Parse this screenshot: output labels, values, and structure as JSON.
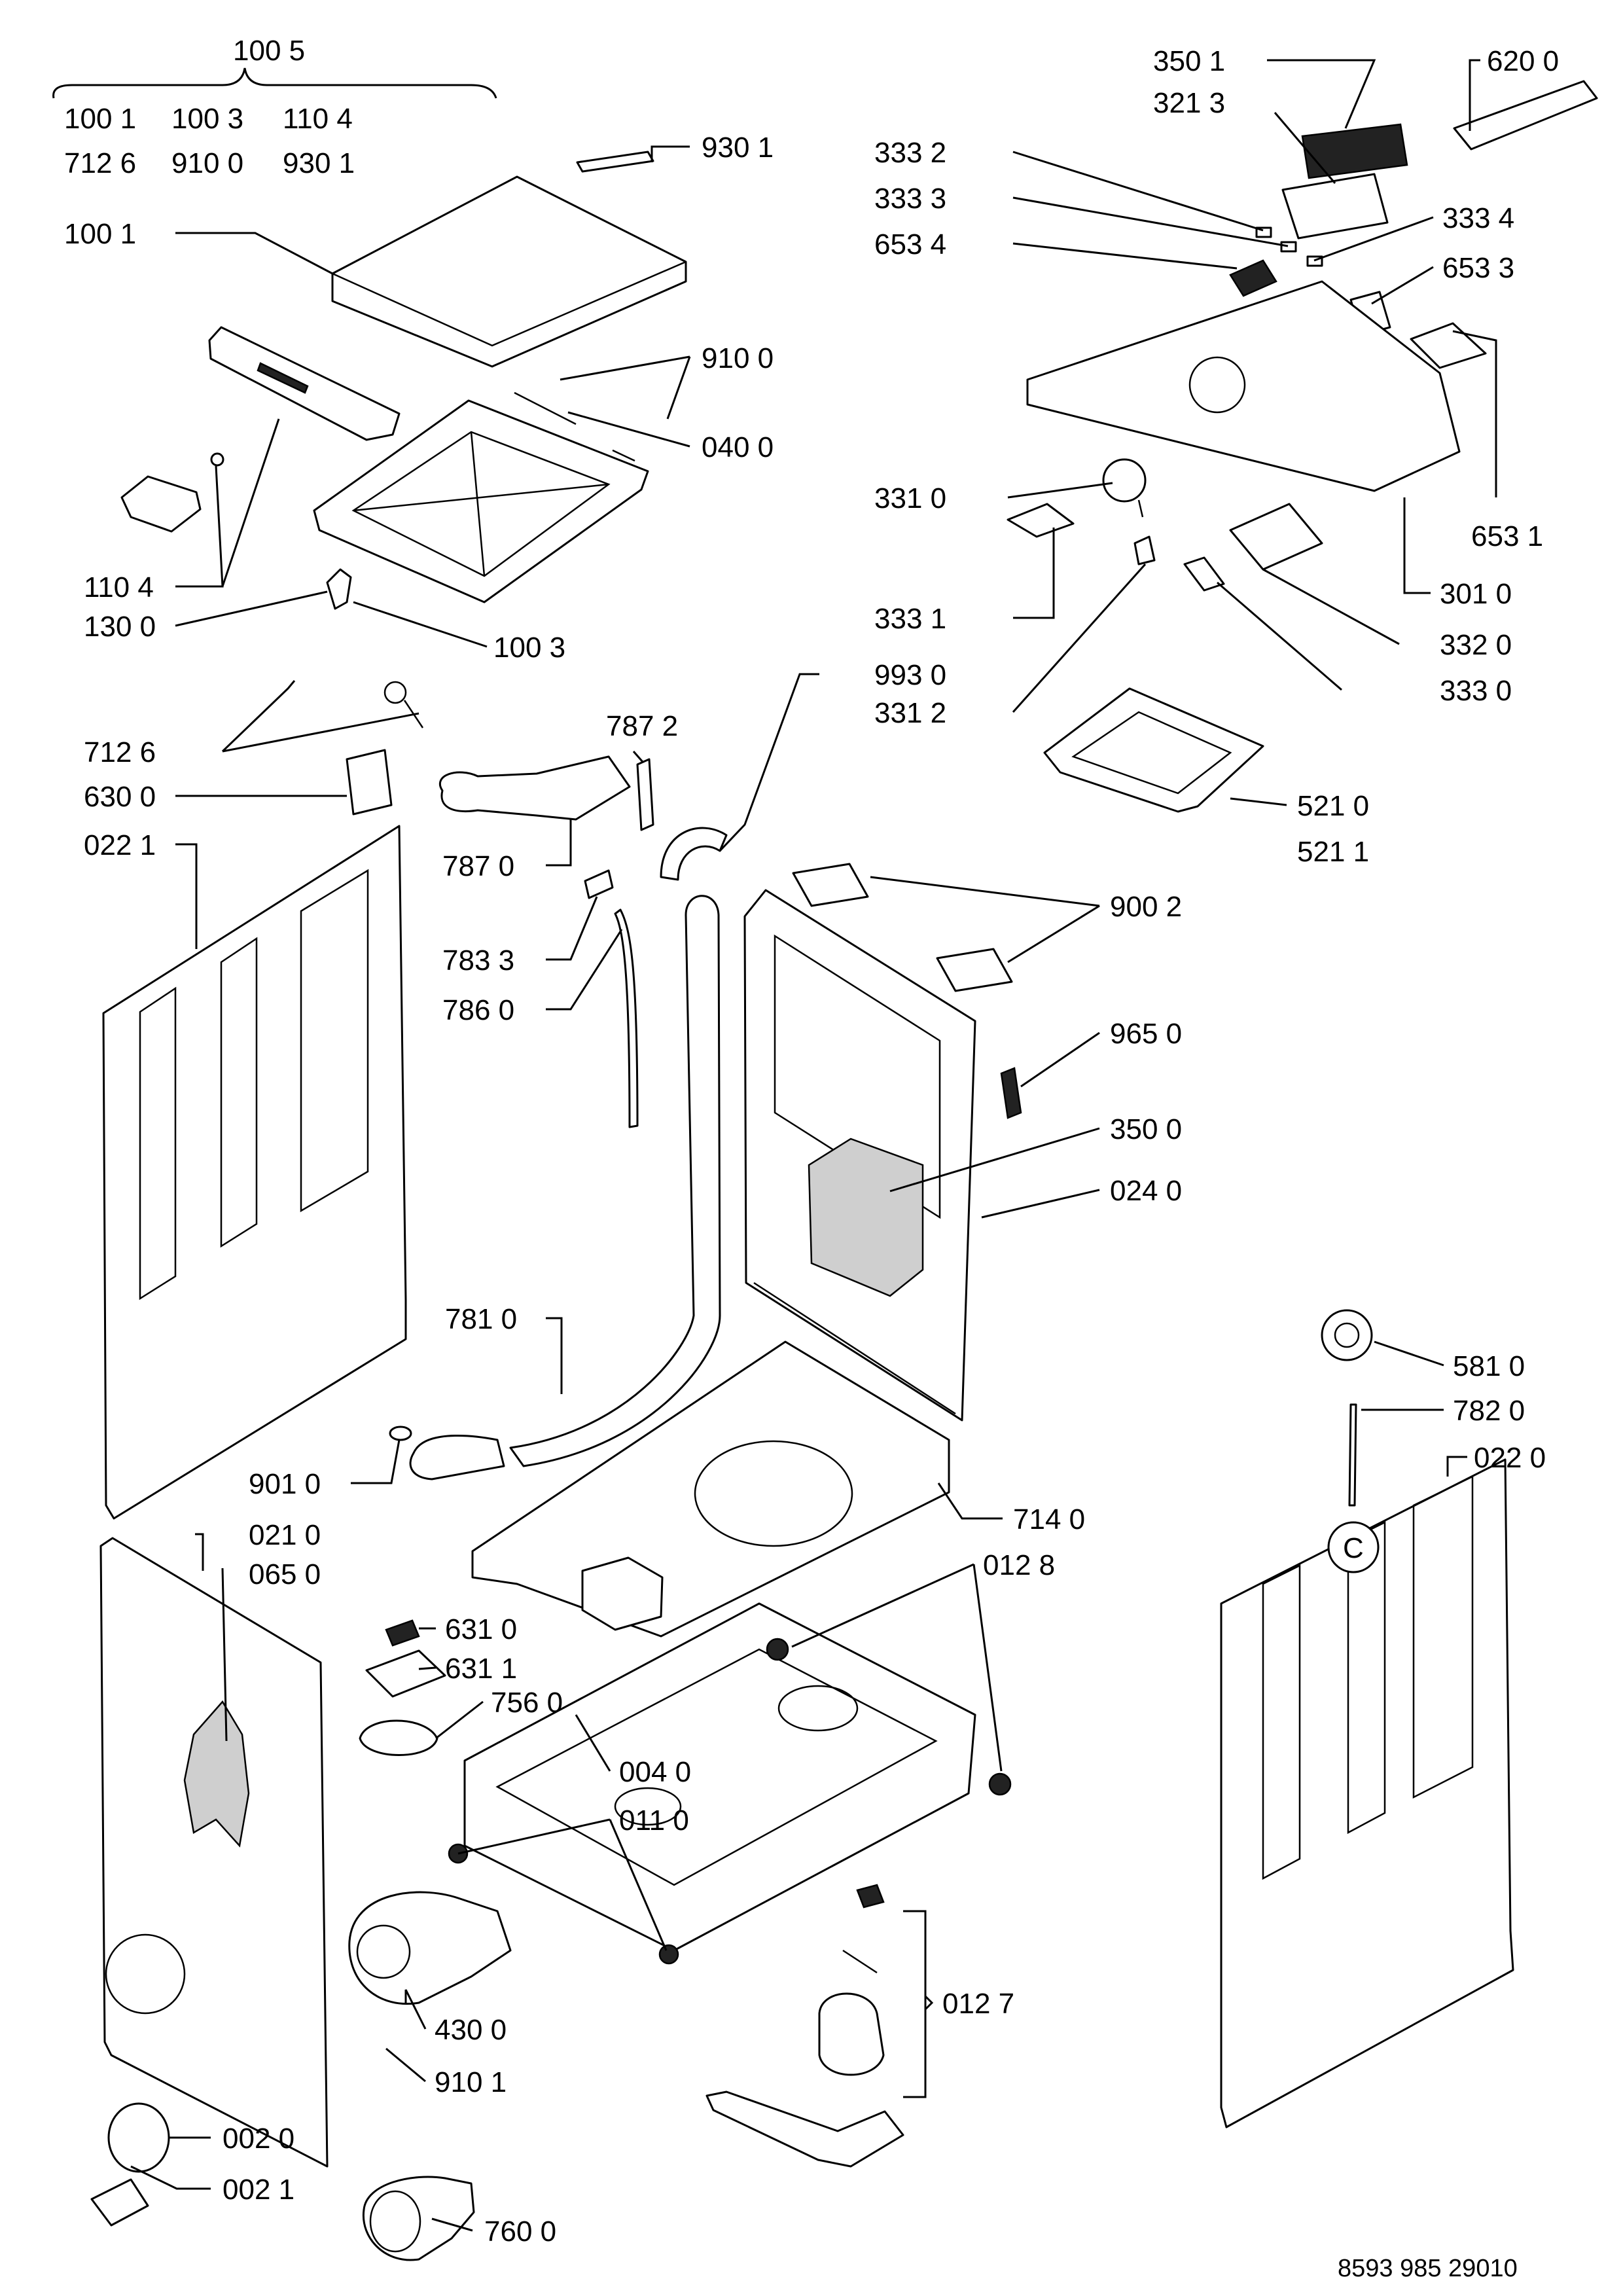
{
  "document_number": "8593 985 29010",
  "group_header": {
    "label": "100 5",
    "rows": [
      [
        "100 1",
        "100 3",
        "110 4"
      ],
      [
        "712 6",
        "910 0",
        "930 1"
      ]
    ]
  },
  "callouts": [
    {
      "id": "p9301a",
      "text": "930 1"
    },
    {
      "id": "p1001",
      "text": "100 1"
    },
    {
      "id": "p9100",
      "text": "910 0"
    },
    {
      "id": "p0400",
      "text": "040 0"
    },
    {
      "id": "p1104",
      "text": "110 4"
    },
    {
      "id": "p1300",
      "text": "130 0"
    },
    {
      "id": "p1003",
      "text": "100 3"
    },
    {
      "id": "p7126",
      "text": "712 6"
    },
    {
      "id": "p6300",
      "text": "630 0"
    },
    {
      "id": "p0221",
      "text": "022 1"
    },
    {
      "id": "p7872",
      "text": "787 2"
    },
    {
      "id": "p7870",
      "text": "787 0"
    },
    {
      "id": "p7833",
      "text": "783 3"
    },
    {
      "id": "p7860",
      "text": "786 0"
    },
    {
      "id": "p7810",
      "text": "781 0"
    },
    {
      "id": "p9010",
      "text": "901 0"
    },
    {
      "id": "p0210",
      "text": "021 0"
    },
    {
      "id": "p0650",
      "text": "065 0"
    },
    {
      "id": "p6310",
      "text": "631 0"
    },
    {
      "id": "p6311",
      "text": "631 1"
    },
    {
      "id": "p7560",
      "text": "756 0"
    },
    {
      "id": "p0040",
      "text": "004 0"
    },
    {
      "id": "p0110",
      "text": "011 0"
    },
    {
      "id": "p4300",
      "text": "430 0"
    },
    {
      "id": "p9101",
      "text": "910 1"
    },
    {
      "id": "p0020",
      "text": "002 0"
    },
    {
      "id": "p0021",
      "text": "002 1"
    },
    {
      "id": "p7600",
      "text": "760 0"
    },
    {
      "id": "p3501",
      "text": "350 1"
    },
    {
      "id": "p3213",
      "text": "321 3"
    },
    {
      "id": "p6200",
      "text": "620 0"
    },
    {
      "id": "p3332",
      "text": "333 2"
    },
    {
      "id": "p3333",
      "text": "333 3"
    },
    {
      "id": "p3334",
      "text": "333 4"
    },
    {
      "id": "p6534",
      "text": "653 4"
    },
    {
      "id": "p6533",
      "text": "653 3"
    },
    {
      "id": "p3310",
      "text": "331 0"
    },
    {
      "id": "p6531",
      "text": "653 1"
    },
    {
      "id": "p3331",
      "text": "333 1"
    },
    {
      "id": "p3010",
      "text": "301 0"
    },
    {
      "id": "p3320",
      "text": "332 0"
    },
    {
      "id": "p9930",
      "text": "993 0"
    },
    {
      "id": "p3312",
      "text": "331 2"
    },
    {
      "id": "p3330",
      "text": "333 0"
    },
    {
      "id": "p5210",
      "text": "521 0"
    },
    {
      "id": "p5211",
      "text": "521 1"
    },
    {
      "id": "p9002",
      "text": "900 2"
    },
    {
      "id": "p9650",
      "text": "965 0"
    },
    {
      "id": "p3500",
      "text": "350 0"
    },
    {
      "id": "p0240",
      "text": "024 0"
    },
    {
      "id": "p5810",
      "text": "581 0"
    },
    {
      "id": "p7820",
      "text": "782 0"
    },
    {
      "id": "p0220",
      "text": "022 0"
    },
    {
      "id": "p7140",
      "text": "714 0"
    },
    {
      "id": "p0128",
      "text": "012 8"
    },
    {
      "id": "p0127",
      "text": "012 7"
    }
  ],
  "marker": "C"
}
